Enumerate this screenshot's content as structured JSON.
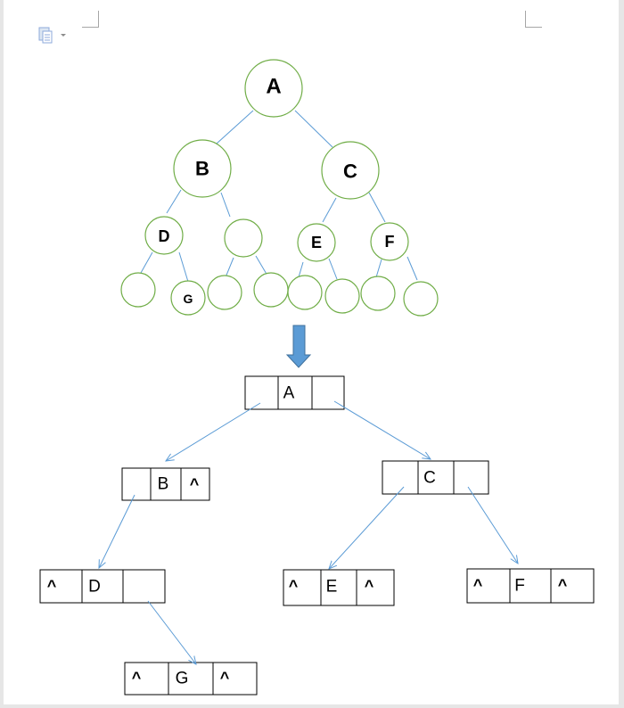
{
  "tree": {
    "nodes": [
      "A",
      "B",
      "C",
      "D",
      "",
      "E",
      "F",
      "",
      "",
      "G",
      "",
      "",
      "",
      "",
      "",
      "",
      ""
    ]
  },
  "linked": {
    "nodes": [
      {
        "id": "A",
        "left": "",
        "value": "A",
        "right": ""
      },
      {
        "id": "B",
        "left": "",
        "value": "B",
        "right": "^"
      },
      {
        "id": "C",
        "left": "",
        "value": "C",
        "right": ""
      },
      {
        "id": "D",
        "left": "^",
        "value": "D",
        "right": ""
      },
      {
        "id": "E",
        "left": "^",
        "value": "E",
        "right": "^"
      },
      {
        "id": "F",
        "left": "^",
        "value": "F",
        "right": "^"
      },
      {
        "id": "G",
        "left": "^",
        "value": "G",
        "right": "^"
      }
    ]
  },
  "colors": {
    "circle_outline": "#70ad47",
    "connector": "#5b9bd5",
    "arrow_fill": "#5b9bd5"
  }
}
